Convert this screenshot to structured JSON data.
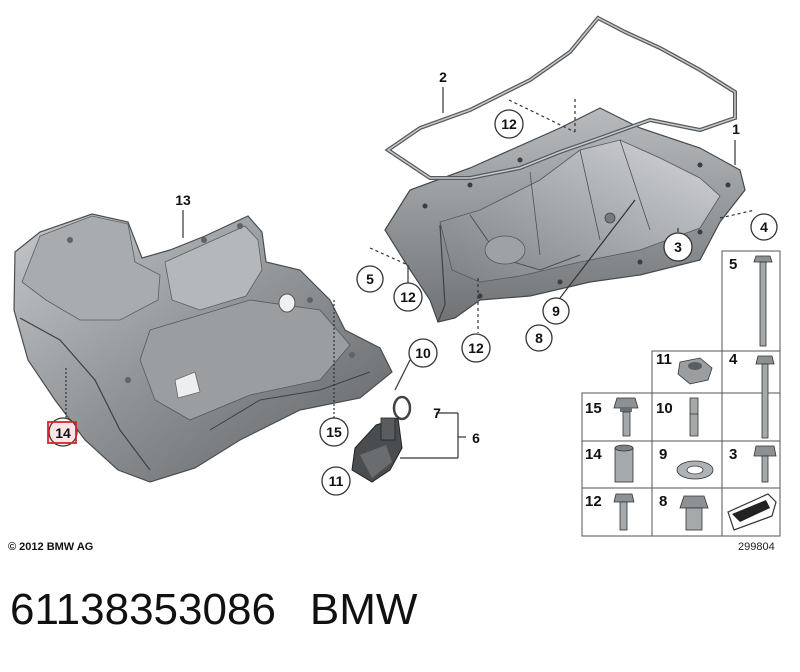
{
  "copyright": "© 2012 BMW AG",
  "diagram_number": "299804",
  "part_number": "61138353086",
  "brand": "BMW",
  "callouts": {
    "c1": "1",
    "c2": "2",
    "c3": "3",
    "c4": "4",
    "c5": "5",
    "c6": "6",
    "c7": "7",
    "c8": "8",
    "c9": "9",
    "c10": "10",
    "c11": "11",
    "c12a": "12",
    "c12b": "12",
    "c12c": "12",
    "c13": "13",
    "c14": "14",
    "c15": "15"
  },
  "parts_table": {
    "r1c2": "5",
    "r2c1": "11",
    "r2c2": "4",
    "r3c0": "15",
    "r3c1": "10",
    "r4c0": "14",
    "r4c1": "9",
    "r4c2": "3",
    "r5c0": "12",
    "r5c1": "8"
  },
  "highlighted_callout": "14",
  "colors": {
    "highlight": "#d9242b",
    "metal": "#8f9397",
    "gasket": "#5a5e62"
  }
}
